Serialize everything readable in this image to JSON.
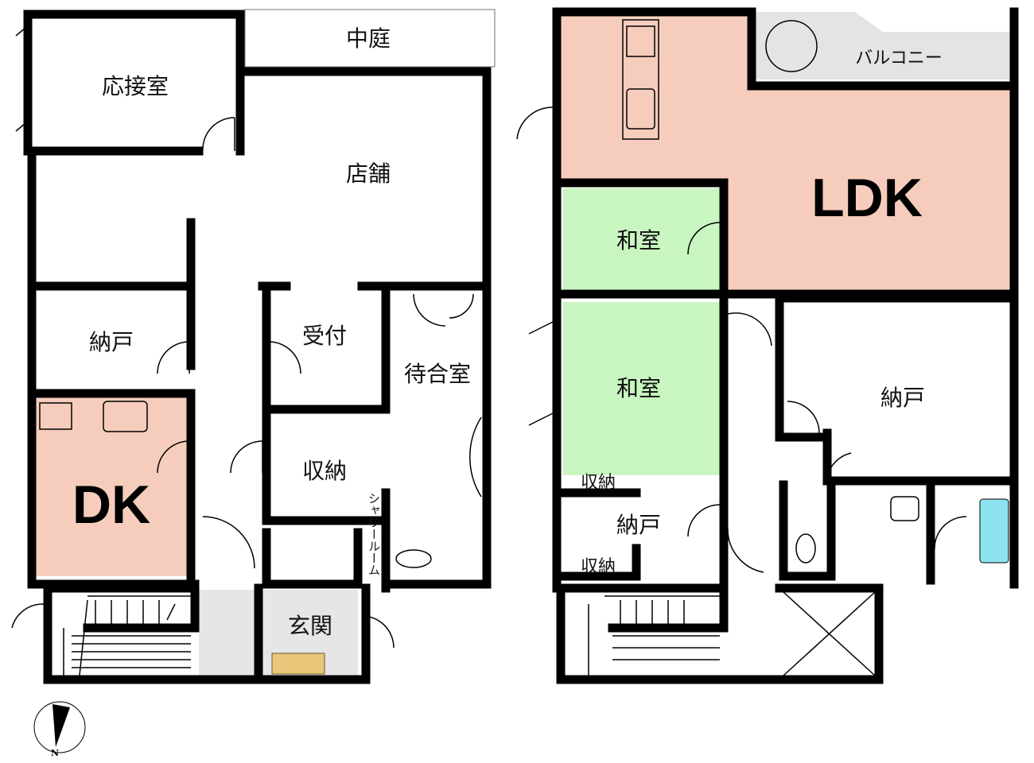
{
  "floor1": {
    "rooms": {
      "reception_room": "応接室",
      "courtyard": "中庭",
      "shop": "店舗",
      "storage_room": "納戸",
      "dk": "DK",
      "front_desk": "受付",
      "waiting_room": "待合室",
      "closet": "収納",
      "shower_room": "シャワールーム",
      "entrance": "玄関"
    }
  },
  "floor2": {
    "rooms": {
      "ldk": "LDK",
      "balcony": "バルコニー",
      "japanese_room_1": "和室",
      "japanese_room_2": "和室",
      "storage_room_right": "納戸",
      "storage_room_small": "納戸",
      "closet_1": "収納",
      "closet_2": "収納"
    }
  },
  "compass": {
    "label": "N"
  },
  "colors": {
    "pink": "#f6cdbd",
    "green": "#c9f5c0",
    "balcony": "#e4e4e4",
    "tile": "#e6e6e6",
    "bath": "#8ee3f0"
  }
}
